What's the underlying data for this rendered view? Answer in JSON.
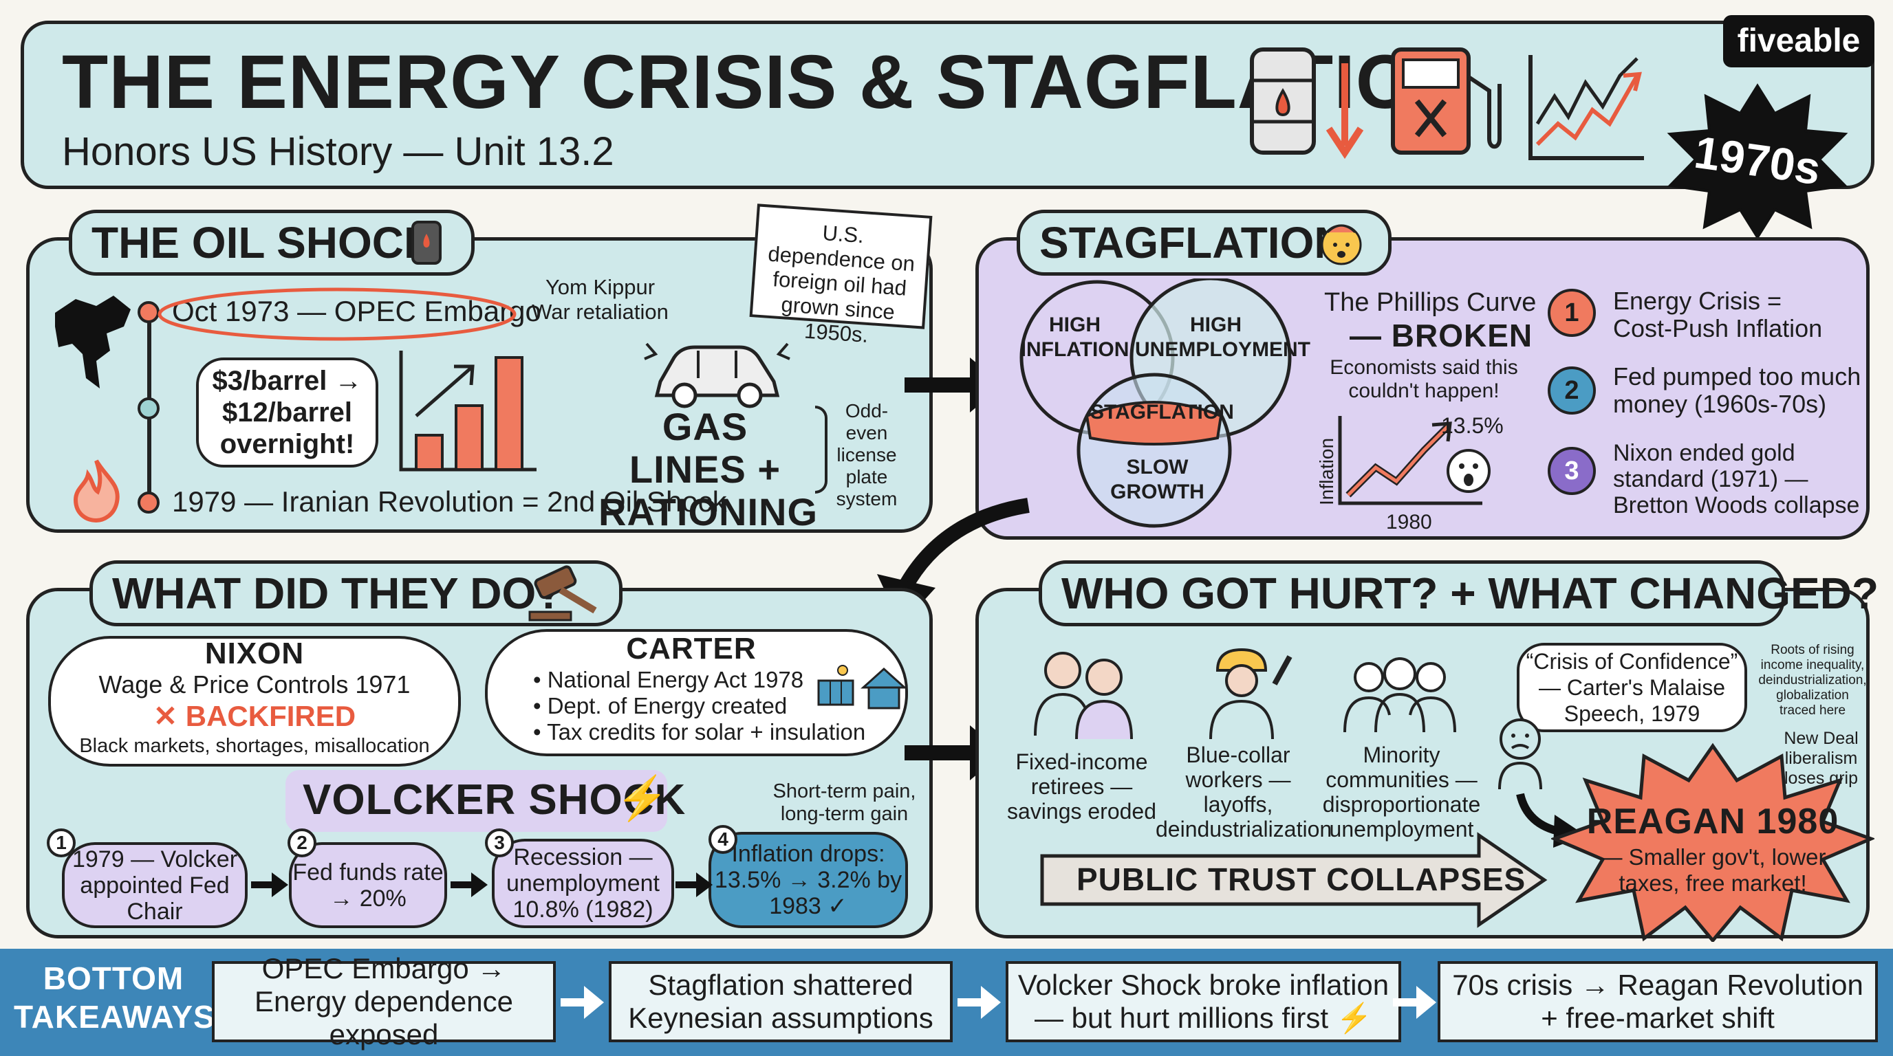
{
  "header": {
    "title": "THE ENERGY CRISIS & STAGFLATION",
    "subtitle": "Honors US History — Unit 13.2",
    "brand": "fiveable",
    "decade": "1970s"
  },
  "oil_shock": {
    "heading": "THE OIL SHOCK",
    "event1": "Oct 1973 — OPEC Embargo",
    "event1_note": "Yom Kippur War retaliation",
    "price_jump": "$3/barrel → $12/barrel overnight!",
    "event2": "1979 — Iranian Revolution = 2nd Oil Shock",
    "sticky_note": "U.S. dependence on foreign oil had grown since 1950s.",
    "gas_lines": "GAS LINES + RATIONING",
    "rationing_note": "Odd-even license plate system"
  },
  "stagflation": {
    "heading": "STAGFLATION",
    "venn_a": "HIGH INFLATION",
    "venn_b": "HIGH UNEMPLOYMENT",
    "venn_center": "STAGFLATION",
    "venn_c": "SLOW GROWTH",
    "phillips_title": "The Phillips Curve",
    "phillips_broken": "— BROKEN",
    "phillips_note": "Economists said this couldn't happen!",
    "graph_peak": "13.5%",
    "graph_ylabel": "Inflation",
    "graph_xlabel": "1980",
    "causes": [
      {
        "num": "1",
        "text": "Energy Crisis = Cost-Push Inflation",
        "color": "#f07a5f"
      },
      {
        "num": "2",
        "text": "Fed pumped too much money (1960s-70s)",
        "color": "#4b9cc4"
      },
      {
        "num": "3",
        "text": "Nixon ended gold standard (1971) — Bretton Woods collapse",
        "color": "#8a6cc9"
      }
    ]
  },
  "response": {
    "heading": "WHAT DID THEY DO?",
    "nixon_name": "NIXON",
    "nixon_policy": "Wage & Price Controls 1971",
    "nixon_result": "BACKFIRED",
    "nixon_effects": "Black markets, shortages, misallocation",
    "carter_name": "CARTER",
    "carter_items": [
      "• National Energy Act 1978",
      "• Dept. of Energy created",
      "• Tax credits for solar + insulation"
    ],
    "volcker_heading": "VOLCKER SHOCK",
    "volcker_note": "Short-term pain, long-term gain",
    "steps": [
      {
        "num": "1",
        "text": "1979 — Volcker appointed Fed Chair"
      },
      {
        "num": "2",
        "text": "Fed funds rate → 20%"
      },
      {
        "num": "3",
        "text": "Recession — unemployment 10.8% (1982)"
      },
      {
        "num": "4",
        "text": "Inflation drops: 13.5% → 3.2% by 1983 ✓"
      }
    ]
  },
  "impact": {
    "heading": "WHO GOT HURT? + WHAT CHANGED?",
    "groups": [
      {
        "text": "Fixed-income retirees — savings eroded"
      },
      {
        "text": "Blue-collar workers — layoffs, deindustrialization"
      },
      {
        "text": "Minority communities — disproportionate unemployment"
      }
    ],
    "malaise_quote": "“Crisis of Confidence” — Carter's Malaise Speech, 1979",
    "roots_note": "Roots of rising income inequality, deindustrialization, globalization traced here",
    "new_deal_note": "New Deal liberalism loses grip",
    "trust_arrow": "PUBLIC TRUST COLLAPSES",
    "reagan_title": "REAGAN 1980",
    "reagan_text": "— Smaller gov't, lower taxes, free market!"
  },
  "takeaways": {
    "label": "BOTTOM TAKEAWAYS",
    "items": [
      "OPEC Embargo → Energy dependence exposed",
      "Stagflation shattered Keynesian assumptions",
      "Volcker Shock broke inflation — but hurt millions first ⚡",
      "70s crisis → Reagan Revolution + free-market shift"
    ]
  },
  "colors": {
    "teal_panel": "#cfe9ea",
    "purple_panel": "#ddd2f2",
    "coral": "#f07a5f",
    "footer_blue": "#3d86b8"
  }
}
